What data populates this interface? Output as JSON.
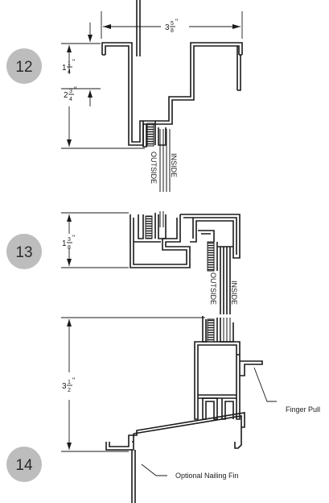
{
  "steps": {
    "a": "12",
    "b": "13",
    "c": "14"
  },
  "dims": {
    "width_whole": "3",
    "width_num": "5",
    "width_den": "8",
    "d1_whole": "1",
    "d1_num": "1",
    "d1_den": "4",
    "d2_whole": "2",
    "d2_num": "3",
    "d2_den": "4",
    "d3_whole": "1",
    "d3_num": "3",
    "d3_den": "8",
    "d4_whole": "3",
    "d4_num": "1",
    "d4_den": "2",
    "inch": "\""
  },
  "labels": {
    "outside": "OUTSIDE",
    "inside": "INSIDE",
    "finger_pull": "Finger Pull",
    "nailing_fin": "Optional Nailing Fin"
  }
}
